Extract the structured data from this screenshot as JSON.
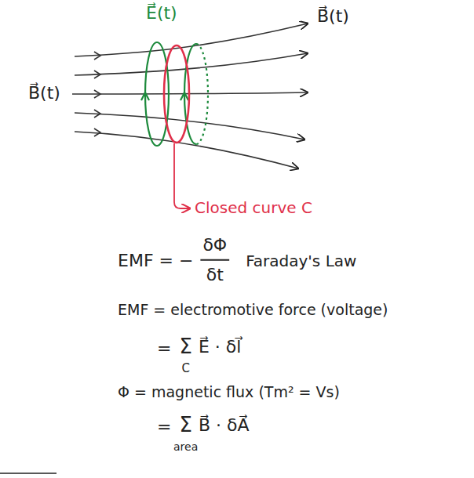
{
  "diagram": {
    "labels": [
      "E⃗(t)",
      "B⃗(t)",
      "B⃗(t)",
      "Closed curve C",
      "EMF = −",
      "δΦ",
      "δt",
      "Faraday's Law",
      "EMF = electromotive force (voltage)",
      "=",
      "Σ",
      "E⃗ · δl⃗",
      "C",
      "Φ = magnetic flux (Tm² = Vs)",
      "=",
      "Σ",
      "B⃗ · δA⃗",
      "area"
    ]
  }
}
